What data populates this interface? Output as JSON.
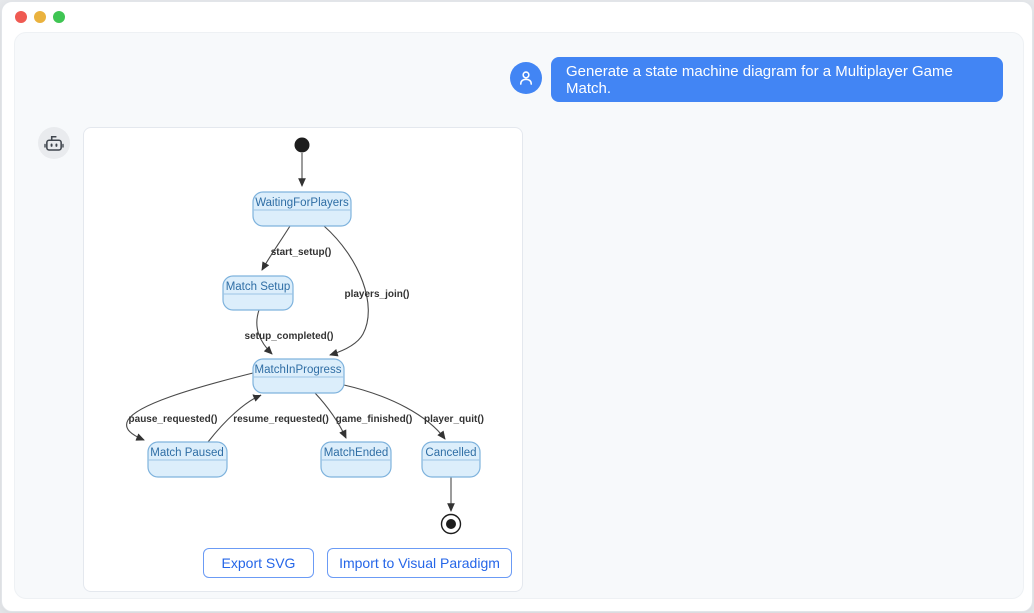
{
  "window": {
    "controls": [
      {
        "name": "close"
      },
      {
        "name": "minimize"
      },
      {
        "name": "zoom"
      }
    ]
  },
  "chat": {
    "user_message": "Generate a state machine diagram for a Multiplayer Game Match.",
    "user_avatar_icon": "person-icon",
    "bot_avatar_icon": "robot-icon"
  },
  "diagram": {
    "kind": "uml-state-machine",
    "has_initial_pseudostate": true,
    "has_final_pseudostate": true,
    "states": [
      {
        "label": "WaitingForPlayers"
      },
      {
        "label": "Match Setup"
      },
      {
        "label": "MatchInProgress"
      },
      {
        "label": "Match Paused"
      },
      {
        "label": "MatchEnded"
      },
      {
        "label": "Cancelled"
      }
    ],
    "transitions": [
      {
        "from": "initial",
        "to": "WaitingForPlayers",
        "label": ""
      },
      {
        "from": "WaitingForPlayers",
        "to": "Match Setup",
        "label": "start_setup()"
      },
      {
        "from": "WaitingForPlayers",
        "to": "MatchInProgress",
        "label": "players_join()"
      },
      {
        "from": "Match Setup",
        "to": "MatchInProgress",
        "label": "setup_completed()"
      },
      {
        "from": "MatchInProgress",
        "to": "Match Paused",
        "label": "pause_requested()"
      },
      {
        "from": "Match Paused",
        "to": "MatchInProgress",
        "label": "resume_requested()"
      },
      {
        "from": "MatchInProgress",
        "to": "MatchEnded",
        "label": "game_finished()"
      },
      {
        "from": "MatchInProgress",
        "to": "Cancelled",
        "label": "player_quit()"
      },
      {
        "from": "Cancelled",
        "to": "final",
        "label": ""
      }
    ]
  },
  "actions": {
    "export_label": "Export SVG",
    "import_label": "Import to Visual Paradigm"
  },
  "colors": {
    "accent_blue": "#4285f4",
    "button_text_blue": "#2566e8",
    "state_fill": "#dceefb",
    "state_border": "#7fb3dd",
    "state_text": "#2f6ea5",
    "panel_bg": "#f7f9fb",
    "traffic_red": "#ef5a52",
    "traffic_yellow": "#eab23e",
    "traffic_green": "#3fc553"
  }
}
